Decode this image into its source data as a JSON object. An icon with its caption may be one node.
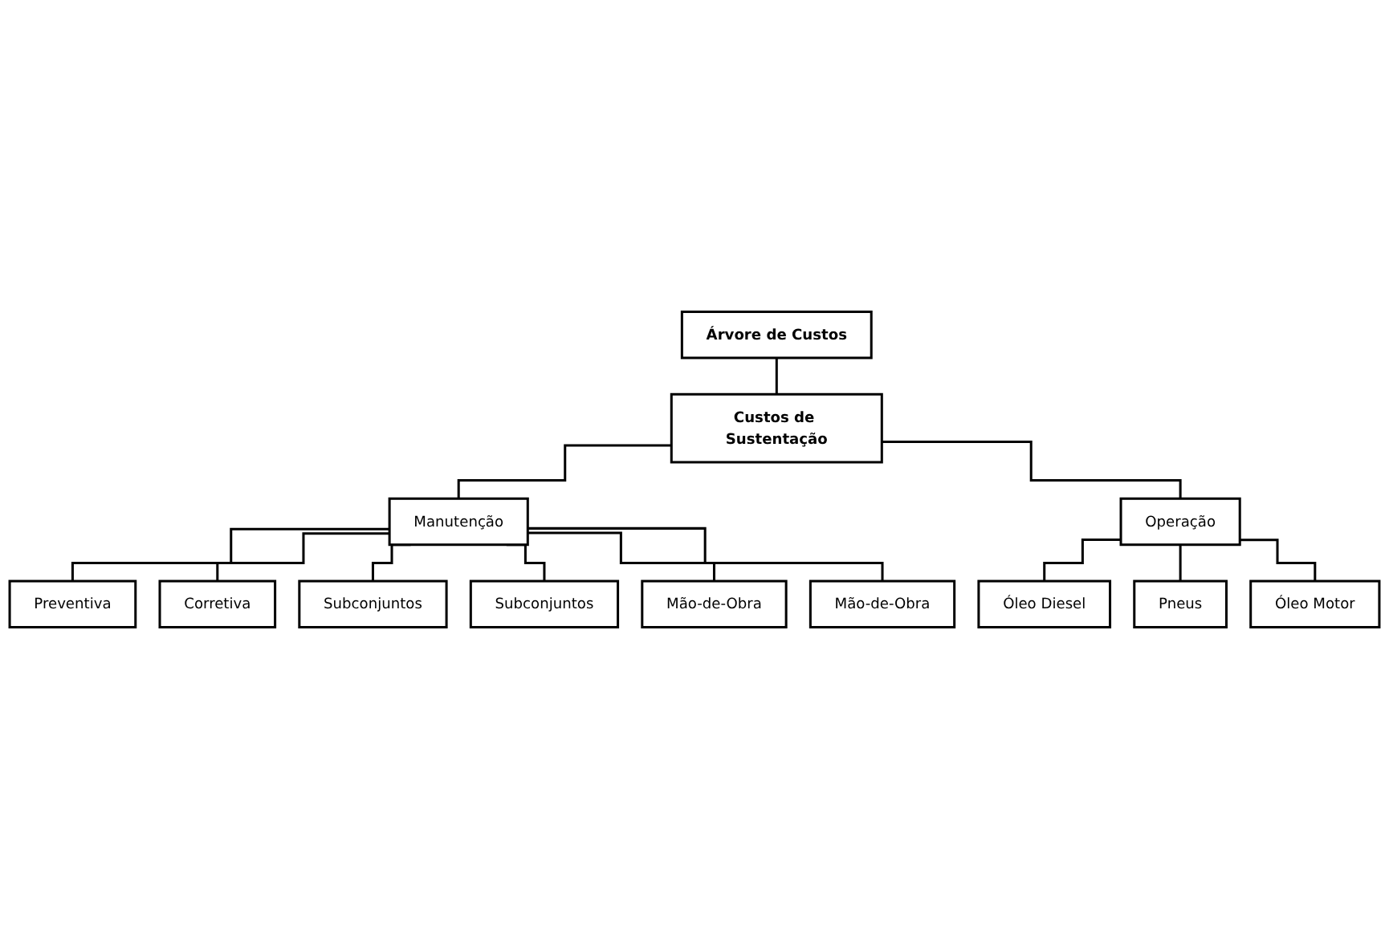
{
  "diagram": {
    "nodes": [
      {
        "text": [
          "Árvore de Custos"
        ]
      },
      {
        "text": [
          "Custos de Sustentação"
        ]
      },
      {
        "text": [
          "Manutenção"
        ]
      },
      {
        "text": [
          "Operação"
        ]
      },
      {
        "text": [
          "Preventiva"
        ]
      },
      {
        "text": [
          "Corretiva"
        ]
      },
      {
        "text": [
          "Óleo Diesel"
        ]
      },
      {
        "text": [
          "Subconjuntos"
        ]
      },
      {
        "text": [
          "Subconjuntos"
        ]
      },
      {
        "text": [
          "Pneus"
        ]
      },
      {
        "text": [
          "Mão-de-Obra"
        ]
      },
      {
        "text": [
          "Mão-de-Obra"
        ]
      },
      {
        "text": [
          "Óleo Motor"
        ]
      }
    ],
    "edges": [
      {
        "from": 0,
        "to": 1,
        "arrow": "none"
      },
      {
        "from": 1,
        "to": 2,
        "arrow": "none"
      },
      {
        "from": 1,
        "to": 3,
        "arrow": "none"
      },
      {
        "from": 2,
        "to": 4,
        "arrow": "none"
      },
      {
        "from": 2,
        "to": 5,
        "arrow": "none"
      },
      {
        "from": 2,
        "to": 7,
        "arrow": "none"
      },
      {
        "from": 2,
        "to": 8,
        "arrow": "none"
      },
      {
        "from": 2,
        "to": 10,
        "arrow": "none"
      },
      {
        "from": 2,
        "to": 11,
        "arrow": "none"
      },
      {
        "from": 3,
        "to": 6,
        "arrow": "none"
      },
      {
        "from": 3,
        "to": 9,
        "arrow": "none"
      },
      {
        "from": 3,
        "to": 12,
        "arrow": "none"
      }
    ]
  }
}
